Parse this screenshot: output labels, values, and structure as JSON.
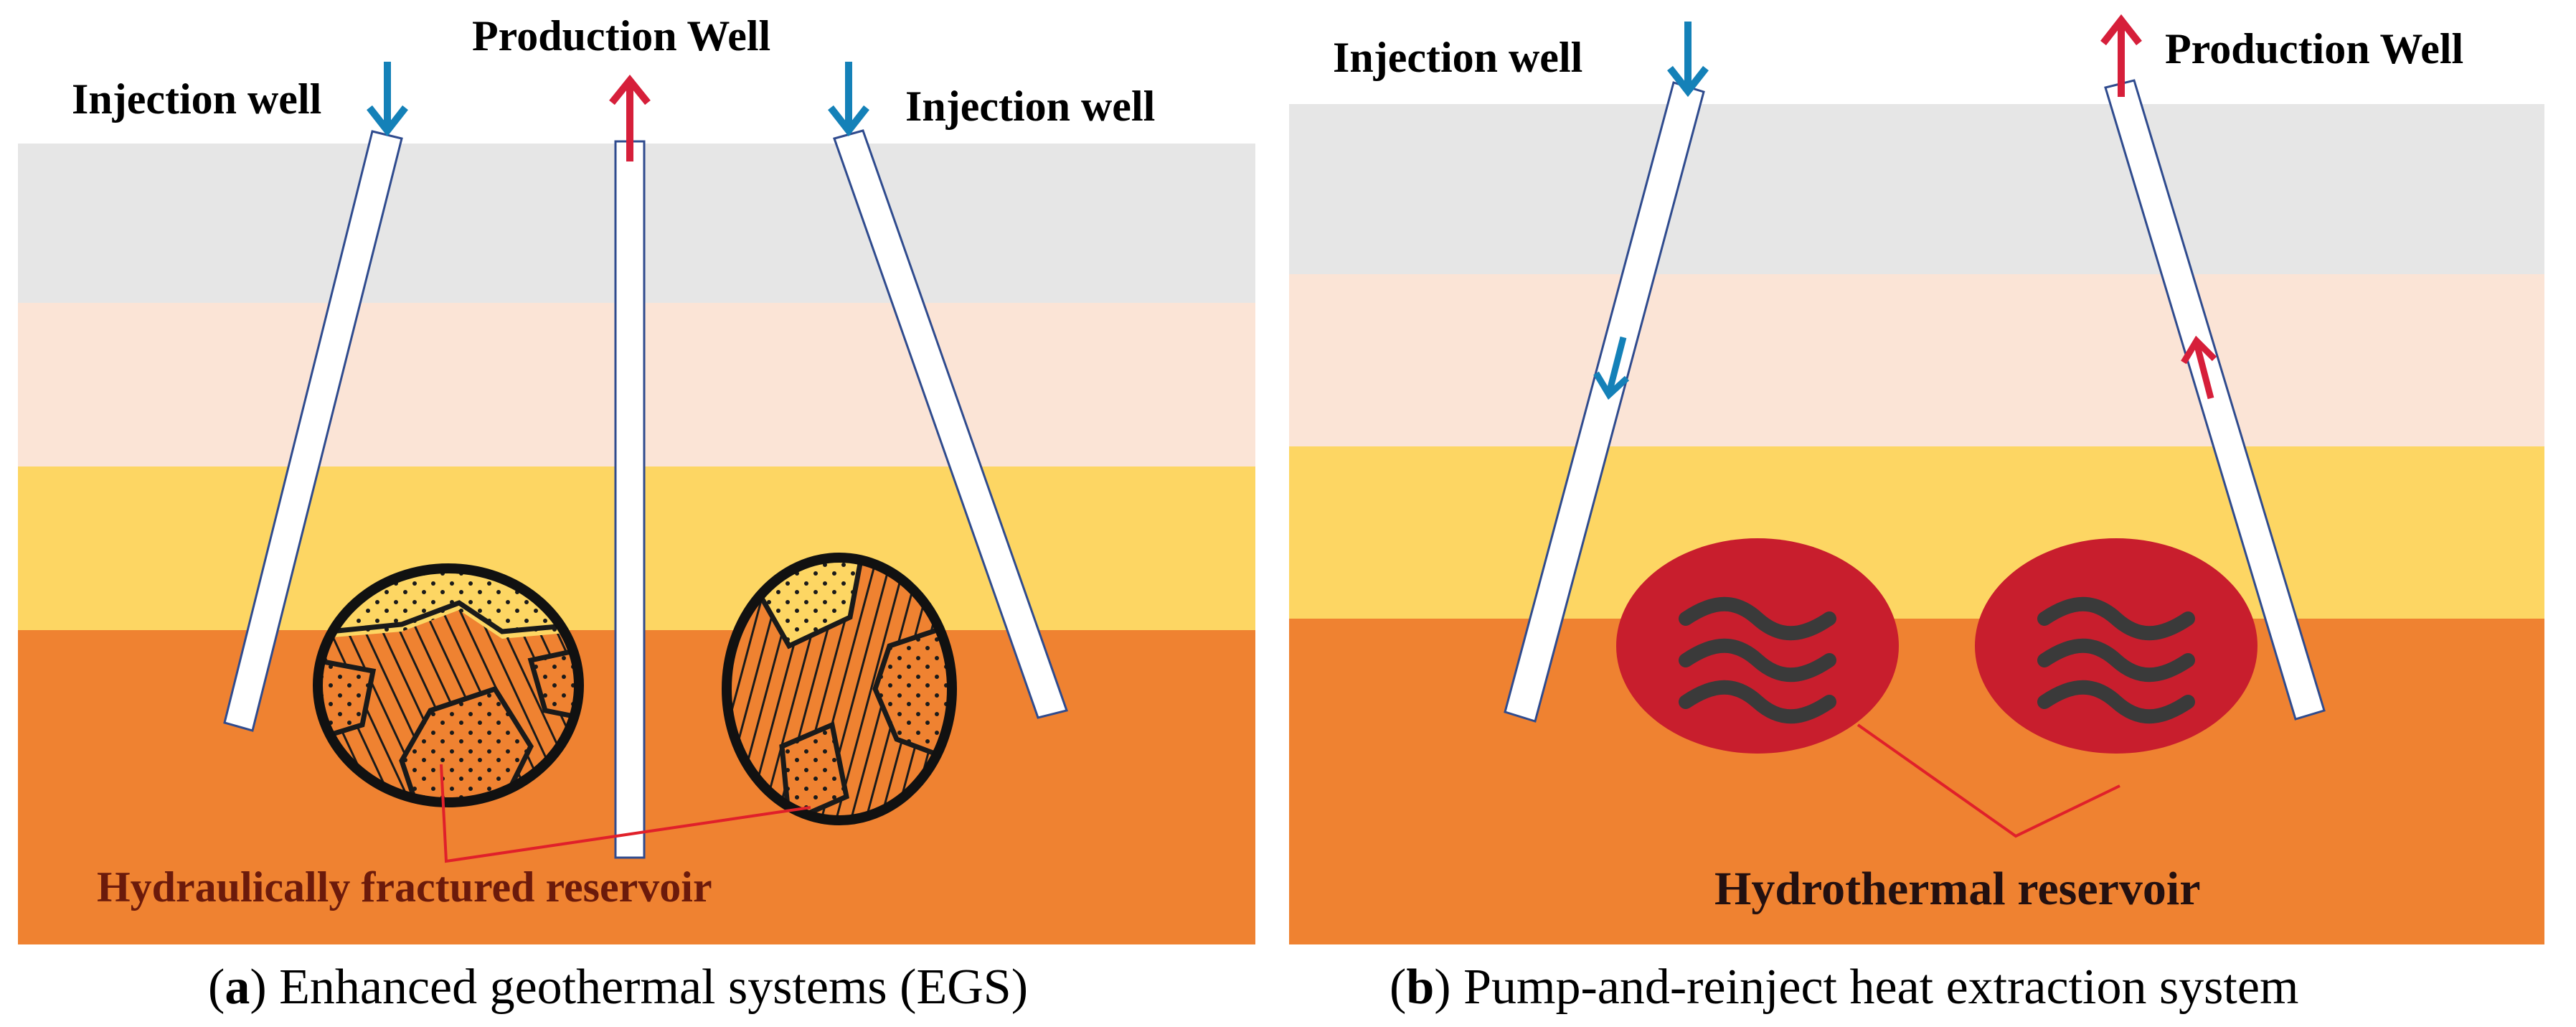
{
  "panel_a": {
    "labels": {
      "injection_left": "Injection well",
      "production": "Production Well",
      "injection_right": "Injection well",
      "reservoir": "Hydraulically fractured reservoir"
    },
    "caption": {
      "letter": "a",
      "text": " Enhanced geothermal systems (EGS)"
    }
  },
  "panel_b": {
    "labels": {
      "injection": "Injection well",
      "production": "Production Well",
      "reservoir": "Hydrothermal reservoir"
    },
    "caption": {
      "letter": "b",
      "text": " Pump-and-reinject heat extraction system"
    }
  },
  "colors": {
    "layer_1": "#e6e6e6",
    "layer_2": "#fbe4d6",
    "layer_3": "#fdd663",
    "layer_4": "#ef8231",
    "injection_arrow": "#1481b8",
    "production_arrow": "#d61f3a",
    "hydrothermal_reservoir": "#c81e2d",
    "well_outline": "#2f4b8e"
  }
}
